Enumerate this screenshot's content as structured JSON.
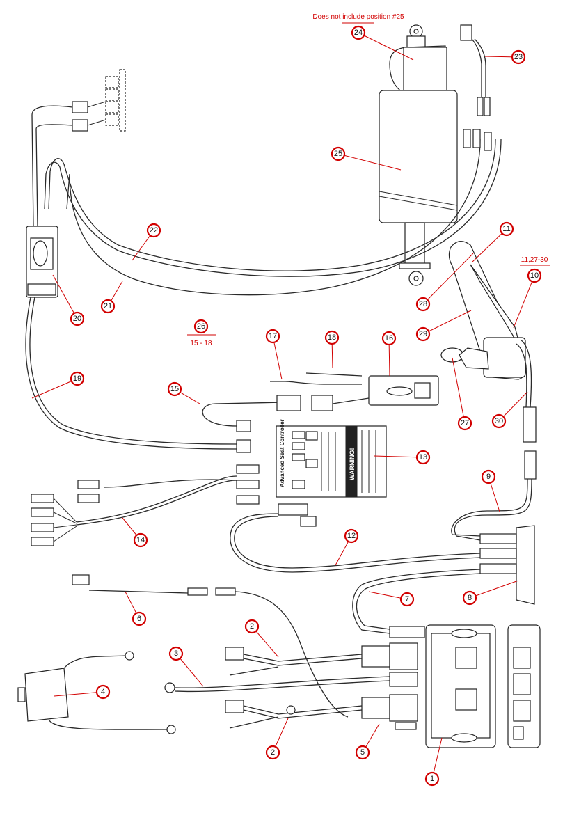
{
  "notes": {
    "top": "Does not include position #25",
    "group_26_range": "15 - 18",
    "group_10_range": "11,27-30"
  },
  "label_card": {
    "title": "Advanced Seat Controller",
    "warning": "WARNING!"
  },
  "callouts": [
    {
      "n": "1"
    },
    {
      "n": "2"
    },
    {
      "n": "2"
    },
    {
      "n": "3"
    },
    {
      "n": "4"
    },
    {
      "n": "5"
    },
    {
      "n": "6"
    },
    {
      "n": "7"
    },
    {
      "n": "8"
    },
    {
      "n": "9"
    },
    {
      "n": "10"
    },
    {
      "n": "11"
    },
    {
      "n": "12"
    },
    {
      "n": "13"
    },
    {
      "n": "14"
    },
    {
      "n": "15"
    },
    {
      "n": "16"
    },
    {
      "n": "17"
    },
    {
      "n": "18"
    },
    {
      "n": "19"
    },
    {
      "n": "20"
    },
    {
      "n": "21"
    },
    {
      "n": "22"
    },
    {
      "n": "23"
    },
    {
      "n": "24"
    },
    {
      "n": "25"
    },
    {
      "n": "26"
    },
    {
      "n": "27"
    },
    {
      "n": "28"
    },
    {
      "n": "29"
    },
    {
      "n": "30"
    }
  ],
  "colors": {
    "callout": "#d20000",
    "line": "#222222"
  }
}
